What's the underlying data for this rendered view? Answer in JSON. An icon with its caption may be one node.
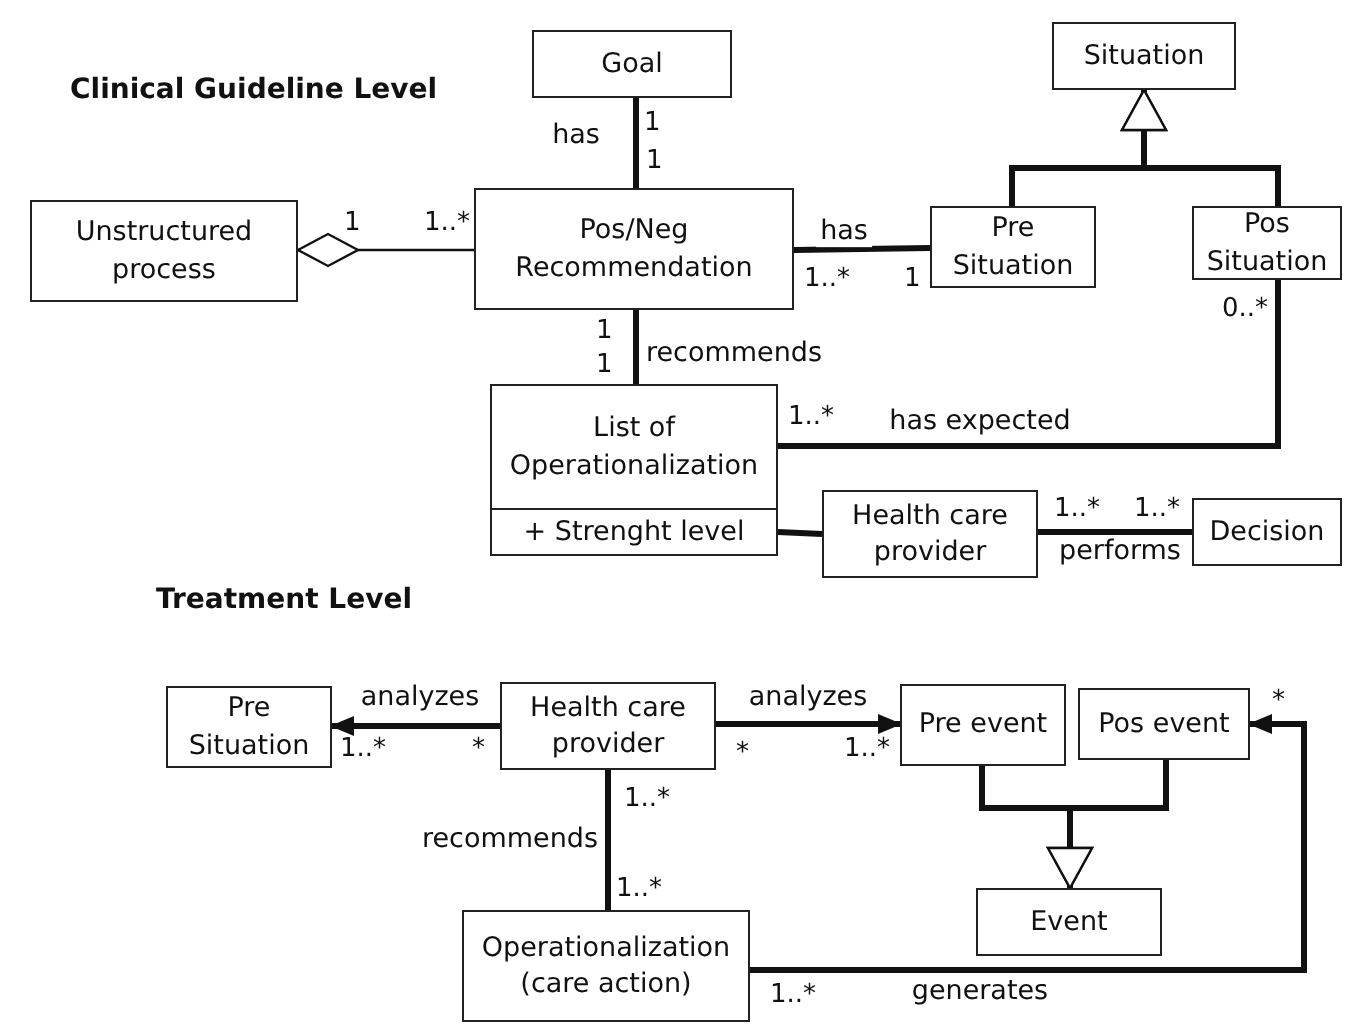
{
  "diagram": {
    "nodes": [
      {
        "text": [
          "Goal"
        ]
      },
      {
        "text": [
          "Situation"
        ]
      },
      {
        "text": [
          "Unstructured process"
        ]
      },
      {
        "text": [
          "Pos/Neg Recommendation"
        ]
      },
      {
        "text": [
          "Pre Situation"
        ]
      },
      {
        "text": [
          "Pos Situation"
        ]
      },
      {
        "text": [
          "List of Operationalization",
          "+ Strenght level"
        ]
      },
      {
        "text": [
          "Health care provider"
        ]
      },
      {
        "text": [
          "Decision"
        ]
      },
      {
        "text": [
          "Pre Situation"
        ]
      },
      {
        "text": [
          "Health care provider"
        ]
      },
      {
        "text": [
          "Pre event"
        ]
      },
      {
        "text": [
          "Pos event"
        ]
      },
      {
        "text": [
          "Event"
        ]
      },
      {
        "text": [
          "Operationalization (care action)"
        ]
      }
    ],
    "edges": [
      {
        "from": 0,
        "to": 3,
        "arrow": "none",
        "label": "has"
      },
      {
        "from": 2,
        "to": 3,
        "arrow": "other"
      },
      {
        "from": 3,
        "to": 4,
        "arrow": "none",
        "label": "has"
      },
      {
        "from": 4,
        "to": 1,
        "arrow": "to"
      },
      {
        "from": 5,
        "to": 1,
        "arrow": "to"
      },
      {
        "from": 3,
        "to": 6,
        "arrow": "none",
        "label": "recommends"
      },
      {
        "from": 6,
        "to": 5,
        "arrow": "none",
        "label": "has expected"
      },
      {
        "from": 6,
        "to": 7,
        "arrow": "none"
      },
      {
        "from": 7,
        "to": 8,
        "arrow": "none",
        "label": "performs"
      },
      {
        "from": 10,
        "to": 9,
        "arrow": "to",
        "label": "analyzes"
      },
      {
        "from": 10,
        "to": 11,
        "arrow": "to",
        "label": "analyzes"
      },
      {
        "from": 10,
        "to": 14,
        "arrow": "none",
        "label": "recommends"
      },
      {
        "from": 11,
        "to": 13,
        "arrow": "to"
      },
      {
        "from": 12,
        "to": 13,
        "arrow": "to"
      },
      {
        "from": 14,
        "to": 12,
        "arrow": "to",
        "label": "generates"
      }
    ],
    "labels": [
      "Clinical Guideline Level",
      "1",
      "1",
      "1",
      "1..*",
      "1..*",
      "1",
      "0..*",
      "1",
      "1",
      "1..*",
      "1..*",
      "1..*",
      "Treatment Level",
      "*",
      "1..*",
      "*",
      "*",
      "1..*",
      "1..*",
      "1..*",
      "1..*"
    ]
  }
}
